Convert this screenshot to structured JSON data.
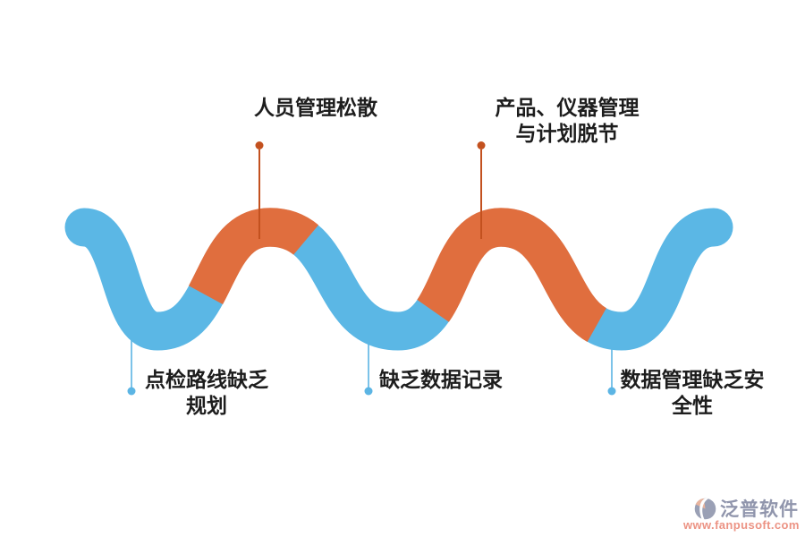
{
  "diagram": {
    "type": "serpentine-flow-infographic",
    "colors": {
      "wave_blue": "#5bb7e5",
      "wave_orange": "#e06e3e",
      "top_connector": "#c3511f",
      "bottom_connector": "#7cc3e9",
      "bottom_dot": "#5cb5e4",
      "text": "#1d1d1d"
    },
    "top_callouts": [
      {
        "lines": [
          "人员管理松散"
        ]
      },
      {
        "lines": [
          "产品、仪器管理",
          "与计划脱节"
        ]
      }
    ],
    "bottom_callouts": [
      {
        "lines": [
          "点检路线缺乏",
          "规划"
        ]
      },
      {
        "lines": [
          "缺乏数据记录"
        ]
      },
      {
        "lines": [
          "数据管理缺乏安",
          "全性"
        ]
      }
    ]
  },
  "watermark": {
    "brand": "泛普软件",
    "url": "www.fanpusoft.com",
    "brand_color": "#9095ac",
    "url_color": "#ec9384"
  }
}
